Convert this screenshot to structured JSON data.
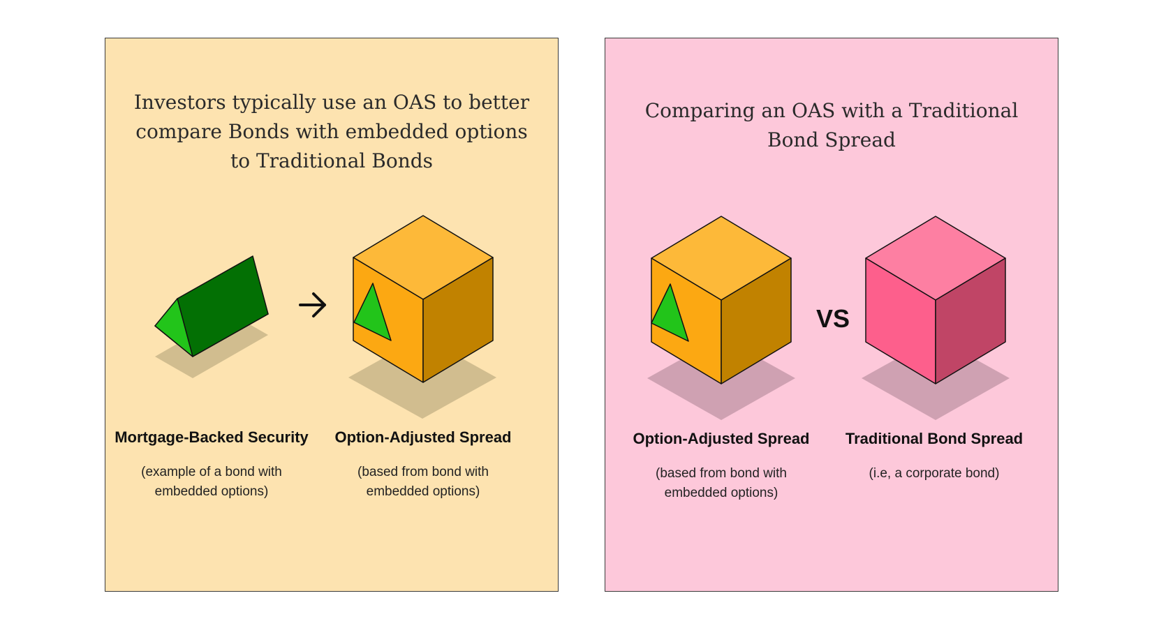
{
  "left_panel": {
    "title": "Investors typically use an OAS to better compare Bonds with embedded options to Traditional Bonds",
    "item_a": {
      "title": "Mortgage-Backed Security",
      "subtitle": "(example of a bond with embedded options)",
      "icon": "green-prism-icon"
    },
    "item_b": {
      "title": "Option-Adjusted Spread",
      "subtitle": "(based from bond with embedded options)",
      "icon": "orange-cube-with-triangle-icon"
    },
    "connector_icon": "arrow-right-icon"
  },
  "right_panel": {
    "title": "Comparing an OAS with a Traditional Bond Spread",
    "item_a": {
      "title": "Option-Adjusted Spread",
      "subtitle": "(based from bond with embedded options)",
      "icon": "orange-cube-with-triangle-icon"
    },
    "item_b": {
      "title": "Traditional Bond Spread",
      "subtitle": "(i.e, a corporate bond)",
      "icon": "pink-cube-icon"
    },
    "connector_label": "VS"
  },
  "colors": {
    "left_background": "#fde3b0",
    "right_background": "#fdc8da",
    "orange_top": "#fdb939",
    "orange_front": "#fca812",
    "orange_side": "#c18200",
    "green_light": "#22c41a",
    "green_dark": "#037004",
    "pink_top": "#fd7fa2",
    "pink_front": "#fd5f8c",
    "pink_side": "#c04566"
  }
}
